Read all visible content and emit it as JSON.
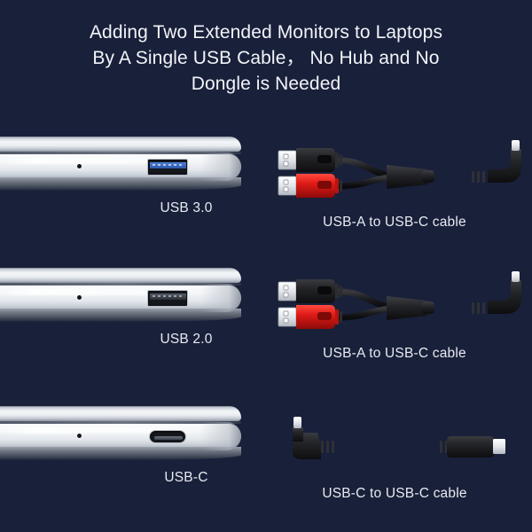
{
  "background_color": "#19203a",
  "title": "Adding Two Extended Monitors to Laptops\nBy A Single USB Cable， No Hub and No\nDongle is Needed",
  "colors": {
    "background": "#19203a",
    "text": "#e8ebf1",
    "usb3_blue": "#2d57a8",
    "cable_black": "#1b1b1d",
    "cable_red": "#e01b17",
    "laptop_silver": "#f3f5f7"
  },
  "rows": [
    {
      "port_label": "USB 3.0",
      "port_type": "usb-a-3",
      "cable_label": "USB-A to USB-C cable",
      "cable_type": "y-split-usb-a-to-usb-c",
      "connectors": [
        {
          "kind": "usb-a",
          "color": "#1b1b1d",
          "position": "top"
        },
        {
          "kind": "usb-a",
          "color": "#e01b17",
          "position": "bottom"
        },
        {
          "kind": "usb-c-right-angle",
          "color": "#1b1b1d",
          "position": "end"
        }
      ]
    },
    {
      "port_label": "USB 2.0",
      "port_type": "usb-a-2",
      "cable_label": "USB-A to USB-C cable",
      "cable_type": "y-split-usb-a-to-usb-c",
      "connectors": [
        {
          "kind": "usb-a",
          "color": "#1b1b1d",
          "position": "top"
        },
        {
          "kind": "usb-a",
          "color": "#e01b17",
          "position": "bottom"
        },
        {
          "kind": "usb-c-right-angle",
          "color": "#1b1b1d",
          "position": "end"
        }
      ]
    },
    {
      "port_label": "USB-C",
      "port_type": "usb-c",
      "cable_label": "USB-C to USB-C cable",
      "cable_type": "usb-c-to-usb-c",
      "connectors": [
        {
          "kind": "usb-c-right-angle",
          "color": "#1b1b1d",
          "position": "start"
        },
        {
          "kind": "usb-c-straight",
          "color": "#1b1b1d",
          "position": "end"
        }
      ]
    }
  ]
}
